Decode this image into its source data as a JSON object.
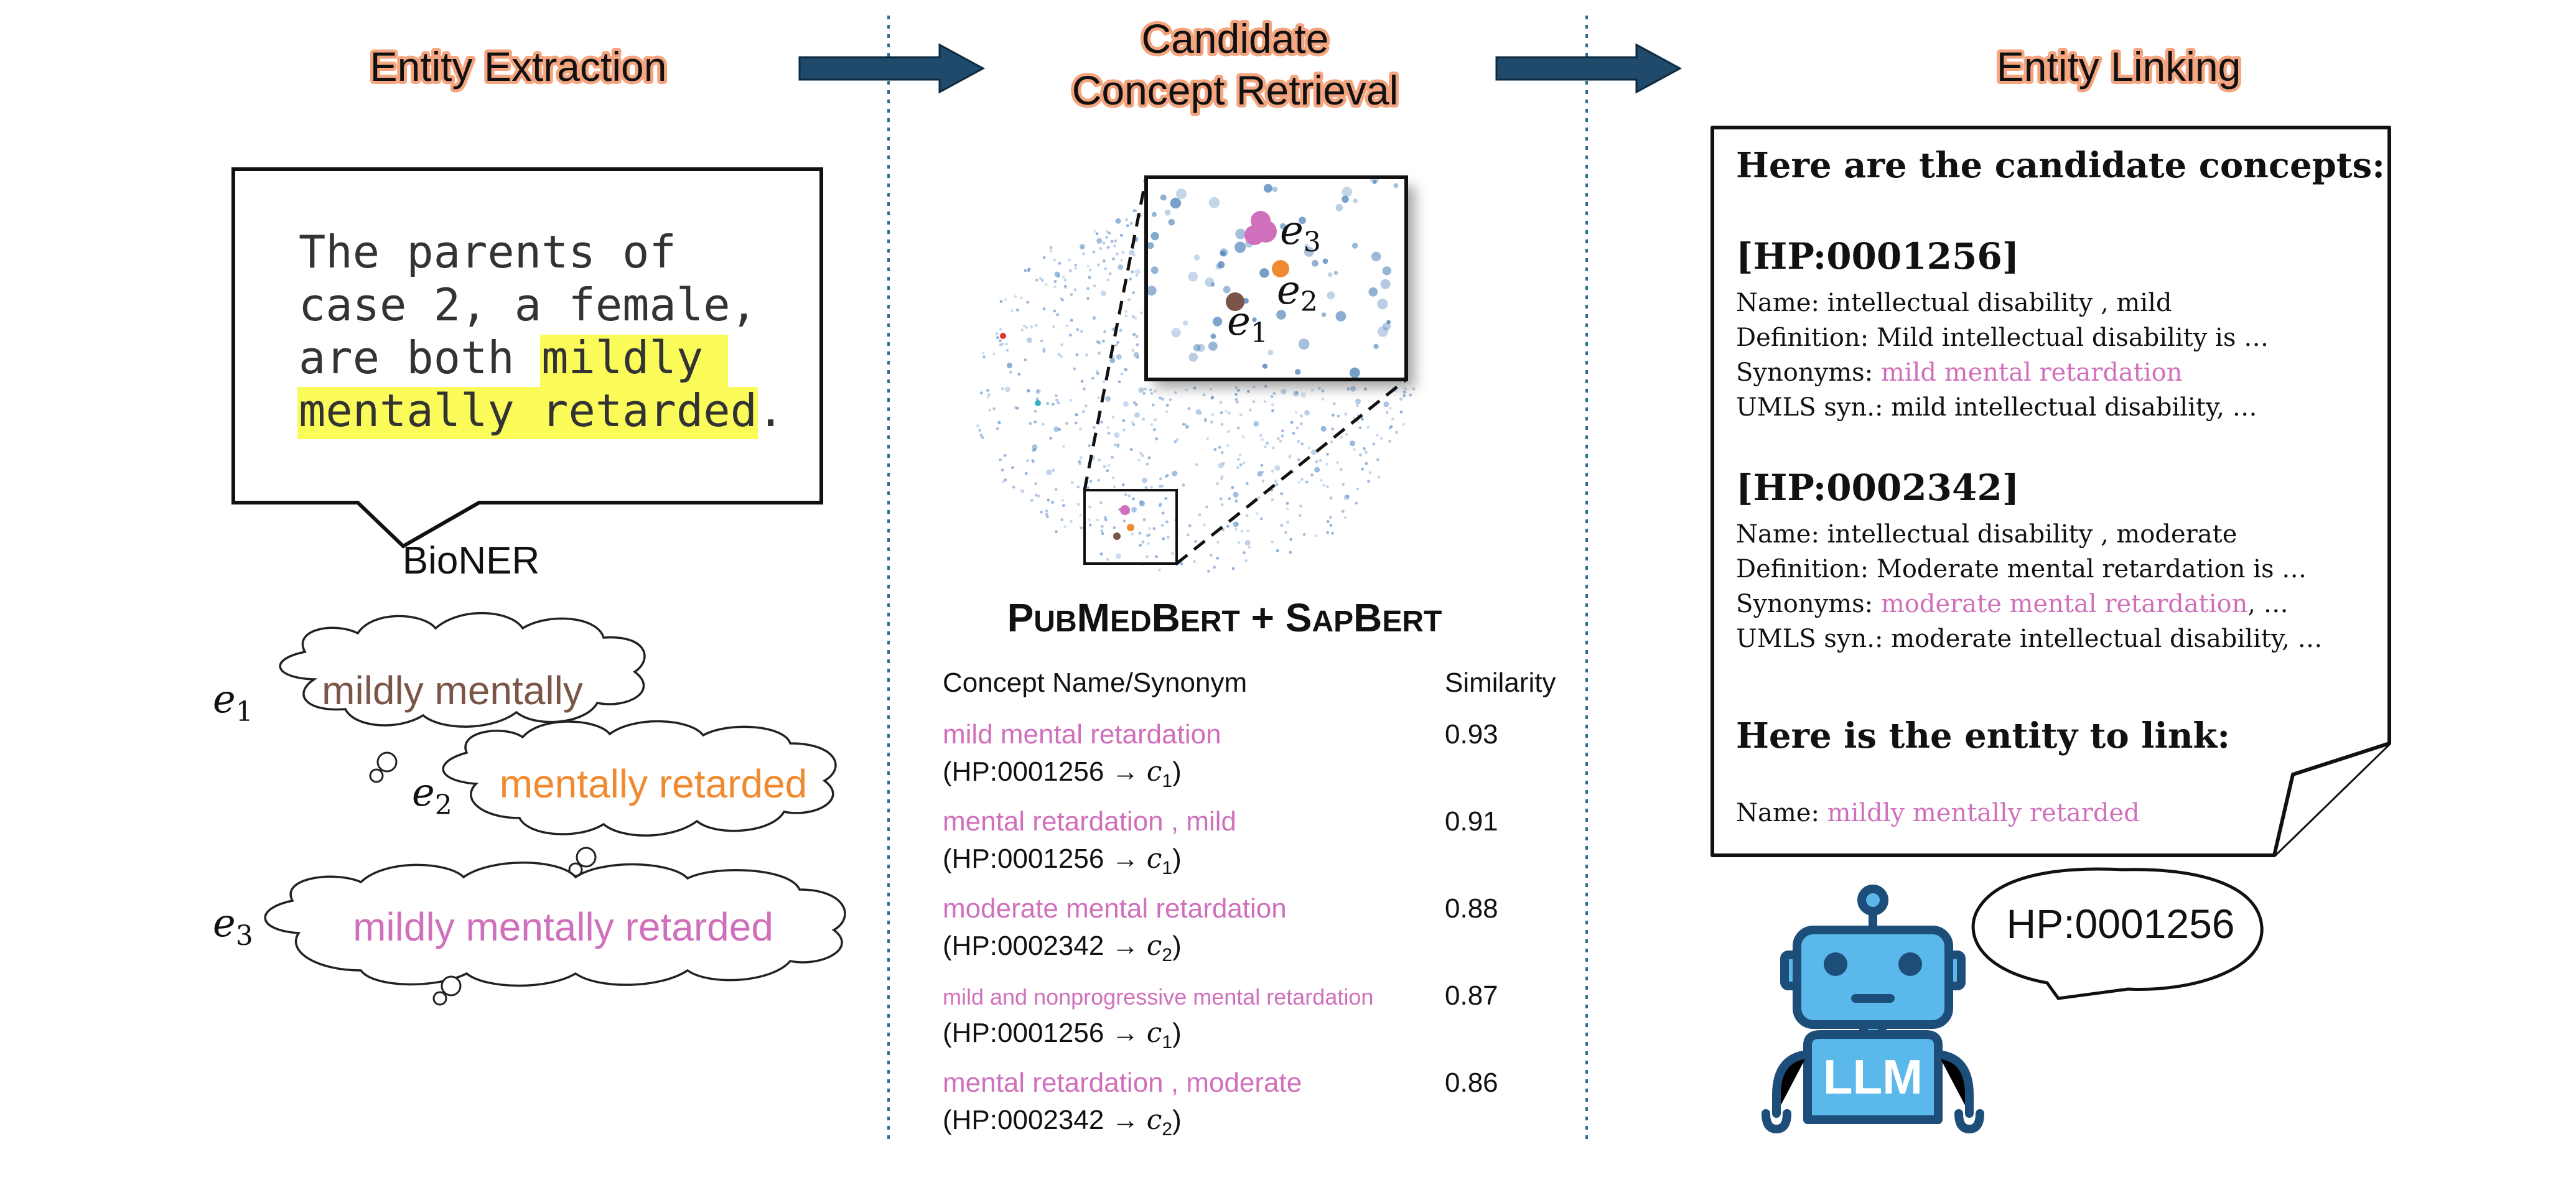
{
  "headers": {
    "extraction": "Entity Extraction",
    "retrieval_line1": "Candidate",
    "retrieval_line2": "Concept Retrieval",
    "linking": "Entity Linking"
  },
  "extraction": {
    "sentence": {
      "line1": "The parents of",
      "line2": "case 2, a female,",
      "line3_plain": "are both ",
      "line3_highlight": "mildly",
      "line4_highlight": "mentally retarded",
      "line4_tail": "."
    },
    "tool_label": "BioNER",
    "entities": [
      {
        "symbol": "e",
        "sub": "1",
        "text": "mildly mentally"
      },
      {
        "symbol": "e",
        "sub": "2",
        "text": "mentally retarded"
      },
      {
        "symbol": "e",
        "sub": "3",
        "text": "mildly mentally retarded"
      }
    ]
  },
  "retrieval": {
    "model_label": {
      "p1_big": "P",
      "p1_small": "UB",
      "p2_big": "M",
      "p2_small": "ED",
      "p3_big": "B",
      "p3_small": "ERT",
      "plus": " + ",
      "p4_big": "S",
      "p4_small": "AP",
      "p5_big": "B",
      "p5_small": "ERT"
    },
    "zoom_labels": [
      {
        "symbol": "e",
        "sub": "3"
      },
      {
        "symbol": "e",
        "sub": "2"
      },
      {
        "symbol": "e",
        "sub": "1"
      }
    ],
    "table": {
      "col_name": "Concept Name/Synonym",
      "col_sim": "Similarity",
      "rows": [
        {
          "name": "mild mental retardation",
          "code": "(HP:0001256 → ",
          "c_sub": "1",
          "sim": "0.93"
        },
        {
          "name": "mental retardation , mild",
          "code": "(HP:0001256 → ",
          "c_sub": "1",
          "sim": "0.91"
        },
        {
          "name": "moderate mental retardation",
          "code": "(HP:0002342 → ",
          "c_sub": "2",
          "sim": "0.88"
        },
        {
          "name": "mild and nonprogressive mental retardation",
          "code": "(HP:0001256 → ",
          "c_sub": "1",
          "sim": "0.87"
        },
        {
          "name": "mental retardation , moderate",
          "code": "(HP:0002342 → ",
          "c_sub": "2",
          "sim": "0.86"
        }
      ]
    }
  },
  "linking": {
    "heading": "Here are the candidate concepts:",
    "concepts": [
      {
        "id": "[HP:0001256]",
        "name_label": "Name: ",
        "name_value": "intellectual disability , mild",
        "def_label": "Definition: ",
        "def_value": "Mild intellectual disability is …",
        "syn_label": "Synonyms: ",
        "syn_value": "mild mental retardation",
        "syn_tail": "",
        "umls_label": "UMLS syn.: ",
        "umls_value": "mild intellectual disability, …"
      },
      {
        "id": "[HP:0002342]",
        "name_label": "Name: ",
        "name_value": "intellectual disability , moderate",
        "def_label": "Definition: ",
        "def_value": "Moderate mental retardation is …",
        "syn_label": "Synonyms: ",
        "syn_value": "moderate mental retardation",
        "syn_tail": ", …",
        "umls_label": "UMLS syn.: ",
        "umls_value": "moderate intellectual disability, …"
      }
    ],
    "entity_heading": "Here is the entity to link:",
    "entity_name_label": "Name: ",
    "entity_name_value": "mildly mentally retarded",
    "robot_label": "LLM",
    "answer": "HP:0001256"
  },
  "colors": {
    "header_outline": "#f4a57f",
    "arrow": "#1f4a6b",
    "highlight": "#fbfb5a",
    "pink": "#d070bc",
    "brown": "#7a5548",
    "orange": "#f08a30",
    "robot_body": "#5bb8ea",
    "robot_outline": "#1d4e7a",
    "scatter": "#5b8fc7"
  }
}
